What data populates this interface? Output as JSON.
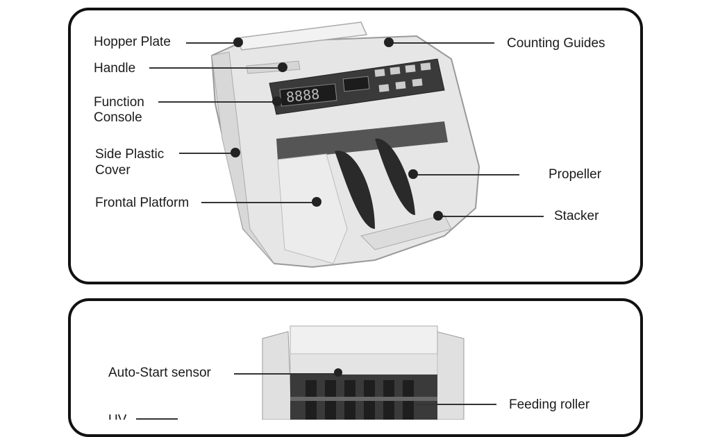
{
  "top_labels": {
    "hopper_plate": "Hopper Plate",
    "handle": "Handle",
    "function_console_1": "Function",
    "function_console_2": "Console",
    "side_plastic_cover_1": "Side Plastic",
    "side_plastic_cover_2": "Cover",
    "frontal_platform": "Frontal Platform",
    "counting_guides": "Counting Guides",
    "propeller": "Propeller",
    "stacker": "Stacker"
  },
  "bottom_labels": {
    "auto_start_sensor": "Auto-Start sensor",
    "feeding_roller": "Feeding roller",
    "uv_partial": "UV"
  }
}
